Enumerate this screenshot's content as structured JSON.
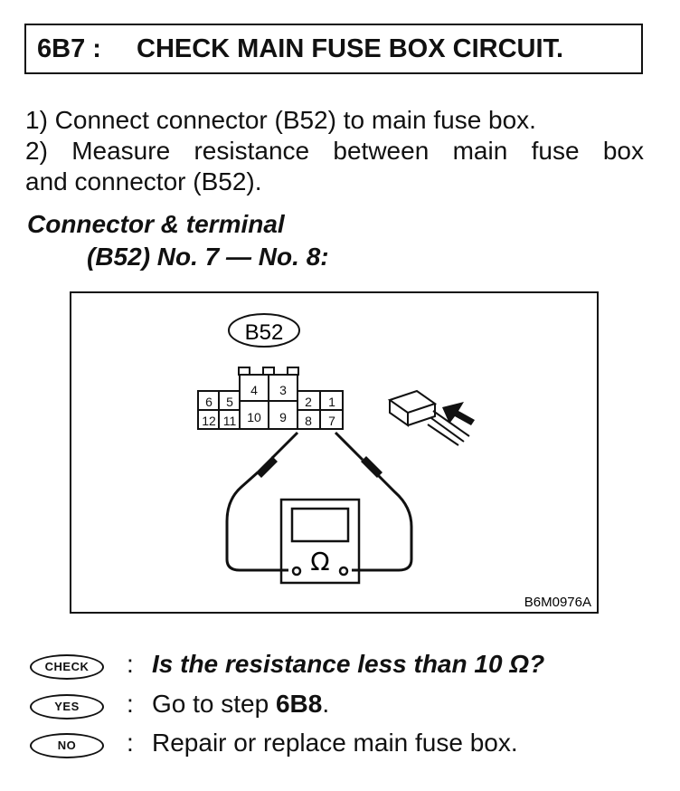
{
  "header": {
    "code": "6B7 :",
    "title": "CHECK MAIN FUSE BOX CIRCUIT."
  },
  "steps": {
    "step1": "1) Connect connector (B52) to main fuse box.",
    "step2_line1": "2) Measure resistance between main fuse box",
    "step2_line2": "and connector (B52)."
  },
  "spec": {
    "line1": "Connector & terminal",
    "line2": "(B52) No. 7 — No. 8:"
  },
  "figure": {
    "connector_label": "B52",
    "terminals": [
      "1",
      "2",
      "3",
      "4",
      "5",
      "6",
      "7",
      "8",
      "9",
      "10",
      "11",
      "12"
    ],
    "meter_symbol": "Ω",
    "figure_id": "B6M0976A"
  },
  "checks": [
    {
      "badge": "CHECK",
      "colon": ":",
      "text": "Is the resistance less than 10 Ω?"
    },
    {
      "badge": "YES",
      "colon": ":",
      "text_prefix": "Go to step ",
      "text_strong": "6B8",
      "text_suffix": "."
    },
    {
      "badge": "NO",
      "colon": ":",
      "text": "Repair or replace main fuse box."
    }
  ]
}
